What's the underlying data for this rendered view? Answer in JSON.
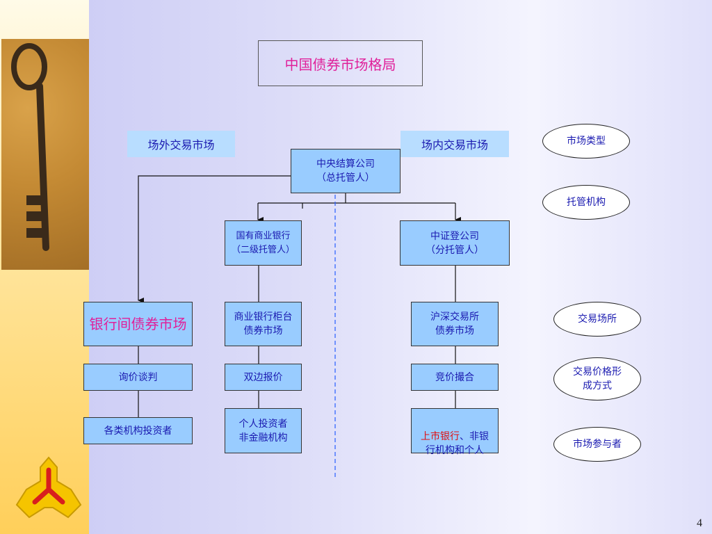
{
  "title": "中国债券市场格局",
  "market_labels": {
    "otc": "场外交易市场",
    "exchange": "场内交易市场"
  },
  "central": "中央结算公司\n（总托管人）",
  "sub_left": "国有商业银行\n（二级托管人）",
  "sub_right": "中证登公司\n（分托管人）",
  "venues": {
    "interbank": "银行间债券市场",
    "counter": "商业银行柜台\n债券市场",
    "exchange": "沪深交易所\n债券市场"
  },
  "pricing": {
    "interbank": "询价谈判",
    "counter": "双边报价",
    "exchange": "竞价撮合"
  },
  "participants": {
    "interbank": "各类机构投资者",
    "counter": "个人投资者\n非金融机构",
    "exchange_red": "上市银行",
    "exchange_rest": "、非银\n行机构和个人"
  },
  "legend": {
    "market_type": "市场类型",
    "custodian": "托管机构",
    "venue": "交易场所",
    "pricing": "交易价格形\n成方式",
    "participants": "市场参与者"
  },
  "page_number": "4",
  "colors": {
    "box_fill": "#99ccff",
    "text_blue": "#1a1ab0",
    "accent_pink": "#e0209a",
    "accent_red": "#e01010",
    "divider": "#3366ff"
  }
}
